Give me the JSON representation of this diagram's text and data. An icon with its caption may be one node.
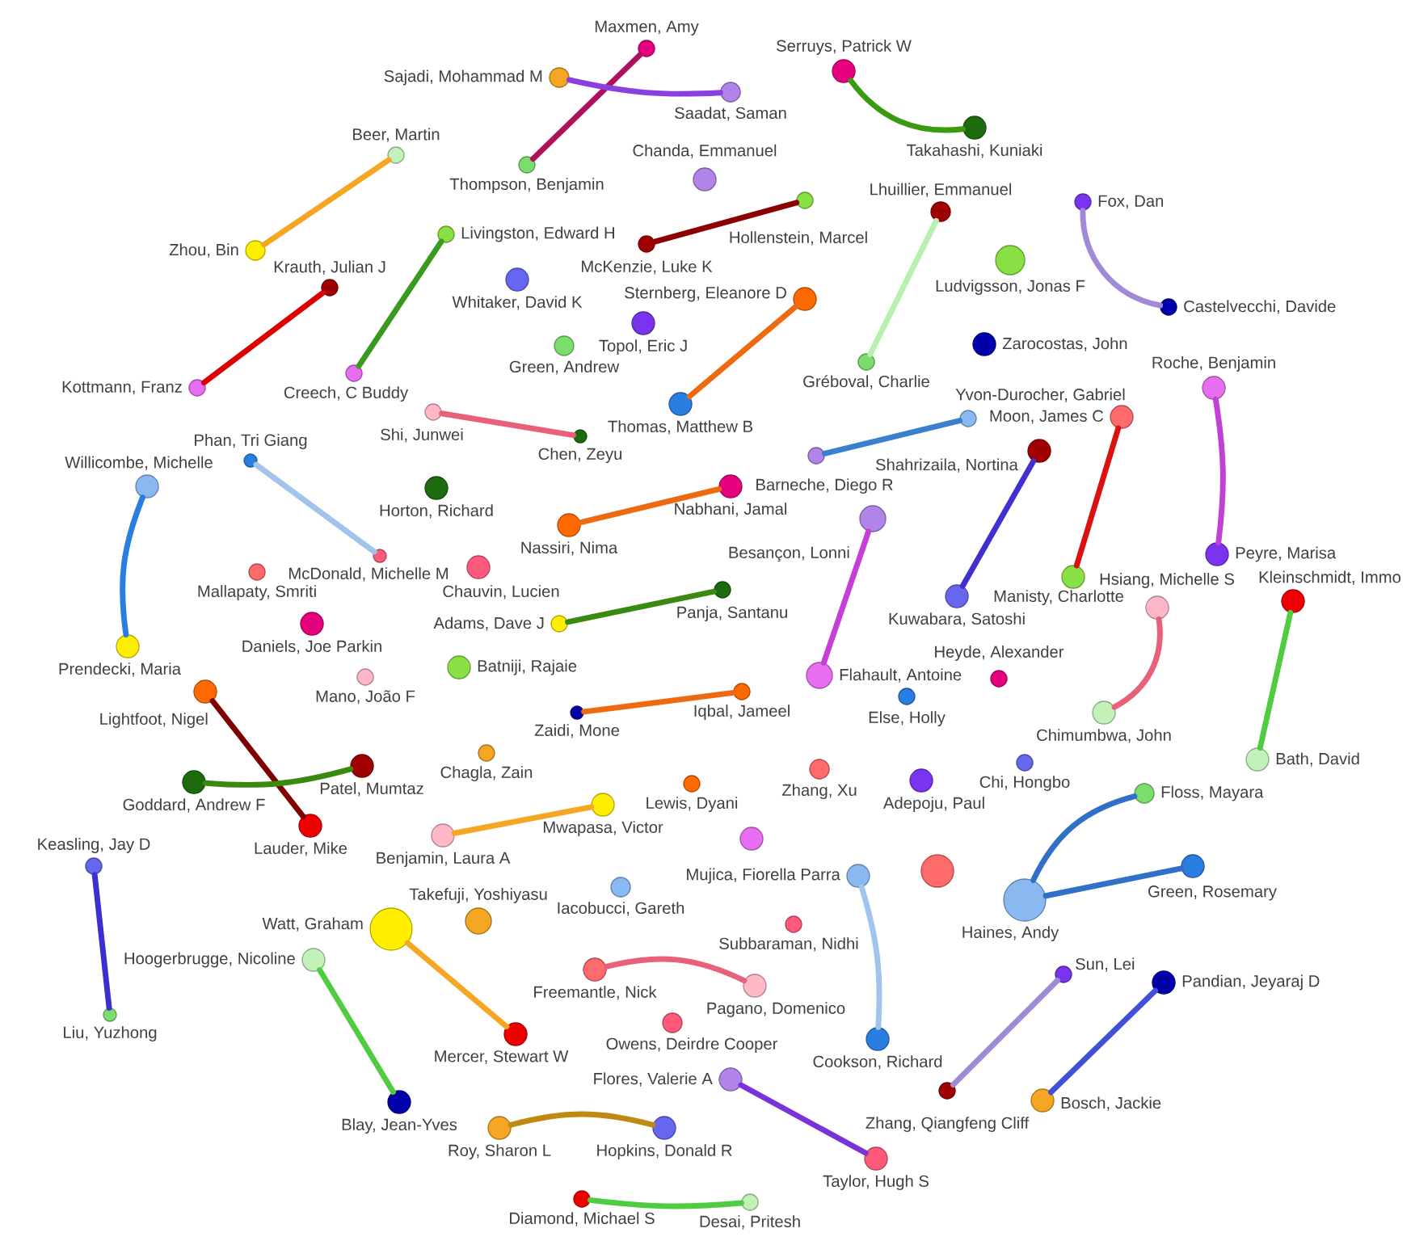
{
  "diagram": {
    "nodes": [
      {
        "text": [
          "Maxmen, Amy"
        ]
      },
      {
        "text": [
          "Serruys, Patrick W"
        ]
      },
      {
        "text": [
          "Sajadi, Mohammad M"
        ]
      },
      {
        "text": [
          "Saadat, Saman"
        ]
      },
      {
        "text": [
          "Takahashi, Kuniaki"
        ]
      },
      {
        "text": [
          "Beer, Martin"
        ]
      },
      {
        "text": [
          "Thompson, Benjamin"
        ]
      },
      {
        "text": [
          "Chanda, Emmanuel"
        ]
      },
      {
        "text": [
          "Hollenstein, Marcel"
        ]
      },
      {
        "text": [
          "Fox, Dan"
        ]
      },
      {
        "text": [
          "Lhuillier, Emmanuel"
        ]
      },
      {
        "text": [
          "Livingston, Edward H"
        ]
      },
      {
        "text": [
          "McKenzie, Luke K"
        ]
      },
      {
        "text": [
          "Zhou, Bin"
        ]
      },
      {
        "text": [
          "Ludvigsson, Jonas F"
        ]
      },
      {
        "text": [
          "Whitaker, David K"
        ]
      },
      {
        "text": [
          "Krauth, Julian J"
        ]
      },
      {
        "text": [
          "Sternberg, Eleanore D"
        ]
      },
      {
        "text": [
          "Castelvecchi, Davide"
        ]
      },
      {
        "text": [
          "Topol, Eric J"
        ]
      },
      {
        "text": [
          "Zarocostas, John"
        ]
      },
      {
        "text": [
          "Green, Andrew"
        ]
      },
      {
        "text": [
          "Gréboval, Charlie"
        ]
      },
      {
        "text": [
          "Creech, C Buddy"
        ]
      },
      {
        "text": [
          "Kottmann, Franz"
        ]
      },
      {
        "text": [
          "Roche, Benjamin"
        ]
      },
      {
        "text": [
          "Thomas, Matthew B"
        ]
      },
      {
        "text": [
          "Shi, Junwei"
        ]
      },
      {
        "text": [
          "Moon, James C"
        ]
      },
      {
        "text": [
          "Yvon-Durocher, Gabriel"
        ]
      },
      {
        "text": [
          "Chen, Zeyu"
        ]
      },
      {
        "text": [
          "Shahrizaila, Nortina"
        ]
      },
      {
        "text": [
          "Barneche, Diego R"
        ]
      },
      {
        "text": [
          "Phan, Tri Giang"
        ]
      },
      {
        "text": [
          "Willicombe, Michelle"
        ]
      },
      {
        "text": [
          "Nabhani, Jamal"
        ]
      },
      {
        "text": [
          "Horton, Richard"
        ]
      },
      {
        "text": [
          "Besançon, Lonni"
        ]
      },
      {
        "text": [
          "Nassiri, Nima"
        ]
      },
      {
        "text": [
          "Peyre, Marisa"
        ]
      },
      {
        "text": [
          "McDonald, Michelle M"
        ]
      },
      {
        "text": [
          "Chauvin, Lucien"
        ]
      },
      {
        "text": [
          "Mallapaty, Smriti"
        ]
      },
      {
        "text": [
          "Manisty, Charlotte"
        ]
      },
      {
        "text": [
          "Panja, Santanu"
        ]
      },
      {
        "text": [
          "Kuwabara, Satoshi"
        ]
      },
      {
        "text": [
          "Kleinschmidt, Immo"
        ]
      },
      {
        "text": [
          "Hsiang, Michelle S"
        ]
      },
      {
        "text": [
          "Adams, Dave J"
        ]
      },
      {
        "text": [
          "Daniels, Joe Parkin"
        ]
      },
      {
        "text": [
          "Prendecki, Maria"
        ]
      },
      {
        "text": [
          "Batniji, Rajaie"
        ]
      },
      {
        "text": [
          "Flahault, Antoine"
        ]
      },
      {
        "text": [
          "Mano, João F"
        ]
      },
      {
        "text": [
          "Heyde, Alexander"
        ]
      },
      {
        "text": [
          "Lightfoot, Nigel"
        ]
      },
      {
        "text": [
          "Iqbal, Jameel"
        ]
      },
      {
        "text": [
          "Else, Holly"
        ]
      },
      {
        "text": [
          "Zaidi, Mone"
        ]
      },
      {
        "text": [
          "Chimumbwa, John"
        ]
      },
      {
        "text": [
          "Chagla, Zain"
        ]
      },
      {
        "text": [
          "Bath, David"
        ]
      },
      {
        "text": [
          "Chi, Hongbo"
        ]
      },
      {
        "text": [
          "Patel, Mumtaz"
        ]
      },
      {
        "text": [
          "Zhang, Xu"
        ]
      },
      {
        "text": [
          "Adepoju, Paul"
        ]
      },
      {
        "text": [
          "Goddard, Andrew F"
        ]
      },
      {
        "text": [
          "Lewis, Dyani"
        ]
      },
      {
        "text": [
          "Floss, Mayara"
        ]
      },
      {
        "text": [
          "Mwapasa, Victor"
        ]
      },
      {
        "text": [
          "Lauder, Mike"
        ]
      },
      {
        "text": [
          "Benjamin, Laura A"
        ]
      },
      {
        "text": [],
        "shape": "circle"
      },
      {
        "text": [
          "Green, Rosemary"
        ]
      },
      {
        "text": [
          "Keasling, Jay D"
        ]
      },
      {
        "text": [],
        "shape": "circle"
      },
      {
        "text": [
          "Mujica, Fiorella Parra"
        ]
      },
      {
        "text": [
          "Iacobucci, Gareth"
        ]
      },
      {
        "text": [
          "Haines, Andy"
        ]
      },
      {
        "text": [
          "Takefuji, Yoshiyasu"
        ]
      },
      {
        "text": [
          "Subbaraman, Nidhi"
        ]
      },
      {
        "text": [
          "Watt, Graham"
        ]
      },
      {
        "text": [
          "Hoogerbrugge, Nicoline"
        ]
      },
      {
        "text": [
          "Freemantle, Nick"
        ]
      },
      {
        "text": [
          "Sun, Lei"
        ]
      },
      {
        "text": [
          "Pandian, Jeyaraj D"
        ]
      },
      {
        "text": [
          "Pagano, Domenico"
        ]
      },
      {
        "text": [
          "Liu, Yuzhong"
        ]
      },
      {
        "text": [
          "Owens, Deirdre Cooper"
        ]
      },
      {
        "text": [
          "Mercer, Stewart W"
        ]
      },
      {
        "text": [
          "Cookson, Richard"
        ]
      },
      {
        "text": [
          "Flores, Valerie A"
        ]
      },
      {
        "text": [
          "Zhang, Qiangfeng Cliff"
        ]
      },
      {
        "text": [
          "Bosch, Jackie"
        ]
      },
      {
        "text": [
          "Blay, Jean-Yves"
        ]
      },
      {
        "text": [
          "Roy, Sharon L"
        ]
      },
      {
        "text": [
          "Hopkins, Donald R"
        ]
      },
      {
        "text": [
          "Taylor, Hugh S"
        ]
      },
      {
        "text": [
          "Diamond, Michael S"
        ]
      },
      {
        "text": [
          "Desai, Pritesh"
        ]
      }
    ],
    "edges": [
      {
        "from": 0,
        "to": 6,
        "arrow": "none",
        "color": "#b0105a"
      },
      {
        "from": 2,
        "to": 3,
        "arrow": "none",
        "color": "#8a40e0"
      },
      {
        "from": 1,
        "to": 4,
        "arrow": "none",
        "color": "#3a9a10"
      },
      {
        "from": 5,
        "to": 13,
        "arrow": "none",
        "color": "#f5a623"
      },
      {
        "from": 8,
        "to": 12,
        "arrow": "none",
        "color": "#8b0000"
      },
      {
        "from": 10,
        "to": 22,
        "arrow": "none",
        "color": "#b8f0b0"
      },
      {
        "from": 9,
        "to": 18,
        "arrow": "none",
        "color": "#a08ad8"
      },
      {
        "from": 11,
        "to": 23,
        "arrow": "none",
        "color": "#3a9a20"
      },
      {
        "from": 16,
        "to": 24,
        "arrow": "none",
        "color": "#dd0000"
      },
      {
        "from": 17,
        "to": 26,
        "arrow": "none",
        "color": "#ee6a10"
      },
      {
        "from": 27,
        "to": 30,
        "arrow": "none",
        "color": "#e8607a"
      },
      {
        "from": 29,
        "to": 32,
        "arrow": "none",
        "color": "#3a80d0"
      },
      {
        "from": 28,
        "to": 43,
        "arrow": "none",
        "color": "#dd1010"
      },
      {
        "from": 31,
        "to": 45,
        "arrow": "none",
        "color": "#4030d0"
      },
      {
        "from": 25,
        "to": 39,
        "arrow": "none",
        "color": "#c040d8"
      },
      {
        "from": 34,
        "to": 50,
        "arrow": "none",
        "color": "#2a7de1"
      },
      {
        "from": 33,
        "to": 40,
        "arrow": "none",
        "color": "#a0c4ec"
      },
      {
        "from": 35,
        "to": 38,
        "arrow": "none",
        "color": "#ee6a10"
      },
      {
        "from": 37,
        "to": 52,
        "arrow": "none",
        "color": "#c83cd8"
      },
      {
        "from": 44,
        "to": 48,
        "arrow": "none",
        "color": "#3a8a10"
      },
      {
        "from": 47,
        "to": 59,
        "arrow": "none",
        "color": "#e8607a"
      },
      {
        "from": 46,
        "to": 61,
        "arrow": "none",
        "color": "#50cc40"
      },
      {
        "from": 58,
        "to": 56,
        "arrow": "none",
        "color": "#ee6a10"
      },
      {
        "from": 55,
        "to": 70,
        "arrow": "none",
        "color": "#800000"
      },
      {
        "from": 66,
        "to": 63,
        "arrow": "none",
        "color": "#3a8a10"
      },
      {
        "from": 71,
        "to": 69,
        "arrow": "none",
        "color": "#f5a623"
      },
      {
        "from": 74,
        "to": 87,
        "arrow": "none",
        "color": "#3a30d0"
      },
      {
        "from": 81,
        "to": 89,
        "arrow": "none",
        "color": "#f5a623"
      },
      {
        "from": 82,
        "to": 94,
        "arrow": "none",
        "color": "#50cc40"
      },
      {
        "from": 83,
        "to": 86,
        "arrow": "none",
        "color": "#e8607a"
      },
      {
        "from": 76,
        "to": 90,
        "arrow": "none",
        "color": "#a0c4ec"
      },
      {
        "from": 78,
        "to": 68,
        "arrow": "none",
        "color": "#3070c8"
      },
      {
        "from": 78,
        "to": 73,
        "arrow": "none",
        "color": "#3070c8"
      },
      {
        "from": 84,
        "to": 92,
        "arrow": "none",
        "color": "#a08ad8"
      },
      {
        "from": 85,
        "to": 93,
        "arrow": "none",
        "color": "#4050d8"
      },
      {
        "from": 91,
        "to": 97,
        "arrow": "none",
        "color": "#7a33d8"
      },
      {
        "from": 95,
        "to": 96,
        "arrow": "none",
        "color": "#c08a10"
      },
      {
        "from": 98,
        "to": 99,
        "arrow": "none",
        "color": "#50cc40"
      }
    ]
  }
}
